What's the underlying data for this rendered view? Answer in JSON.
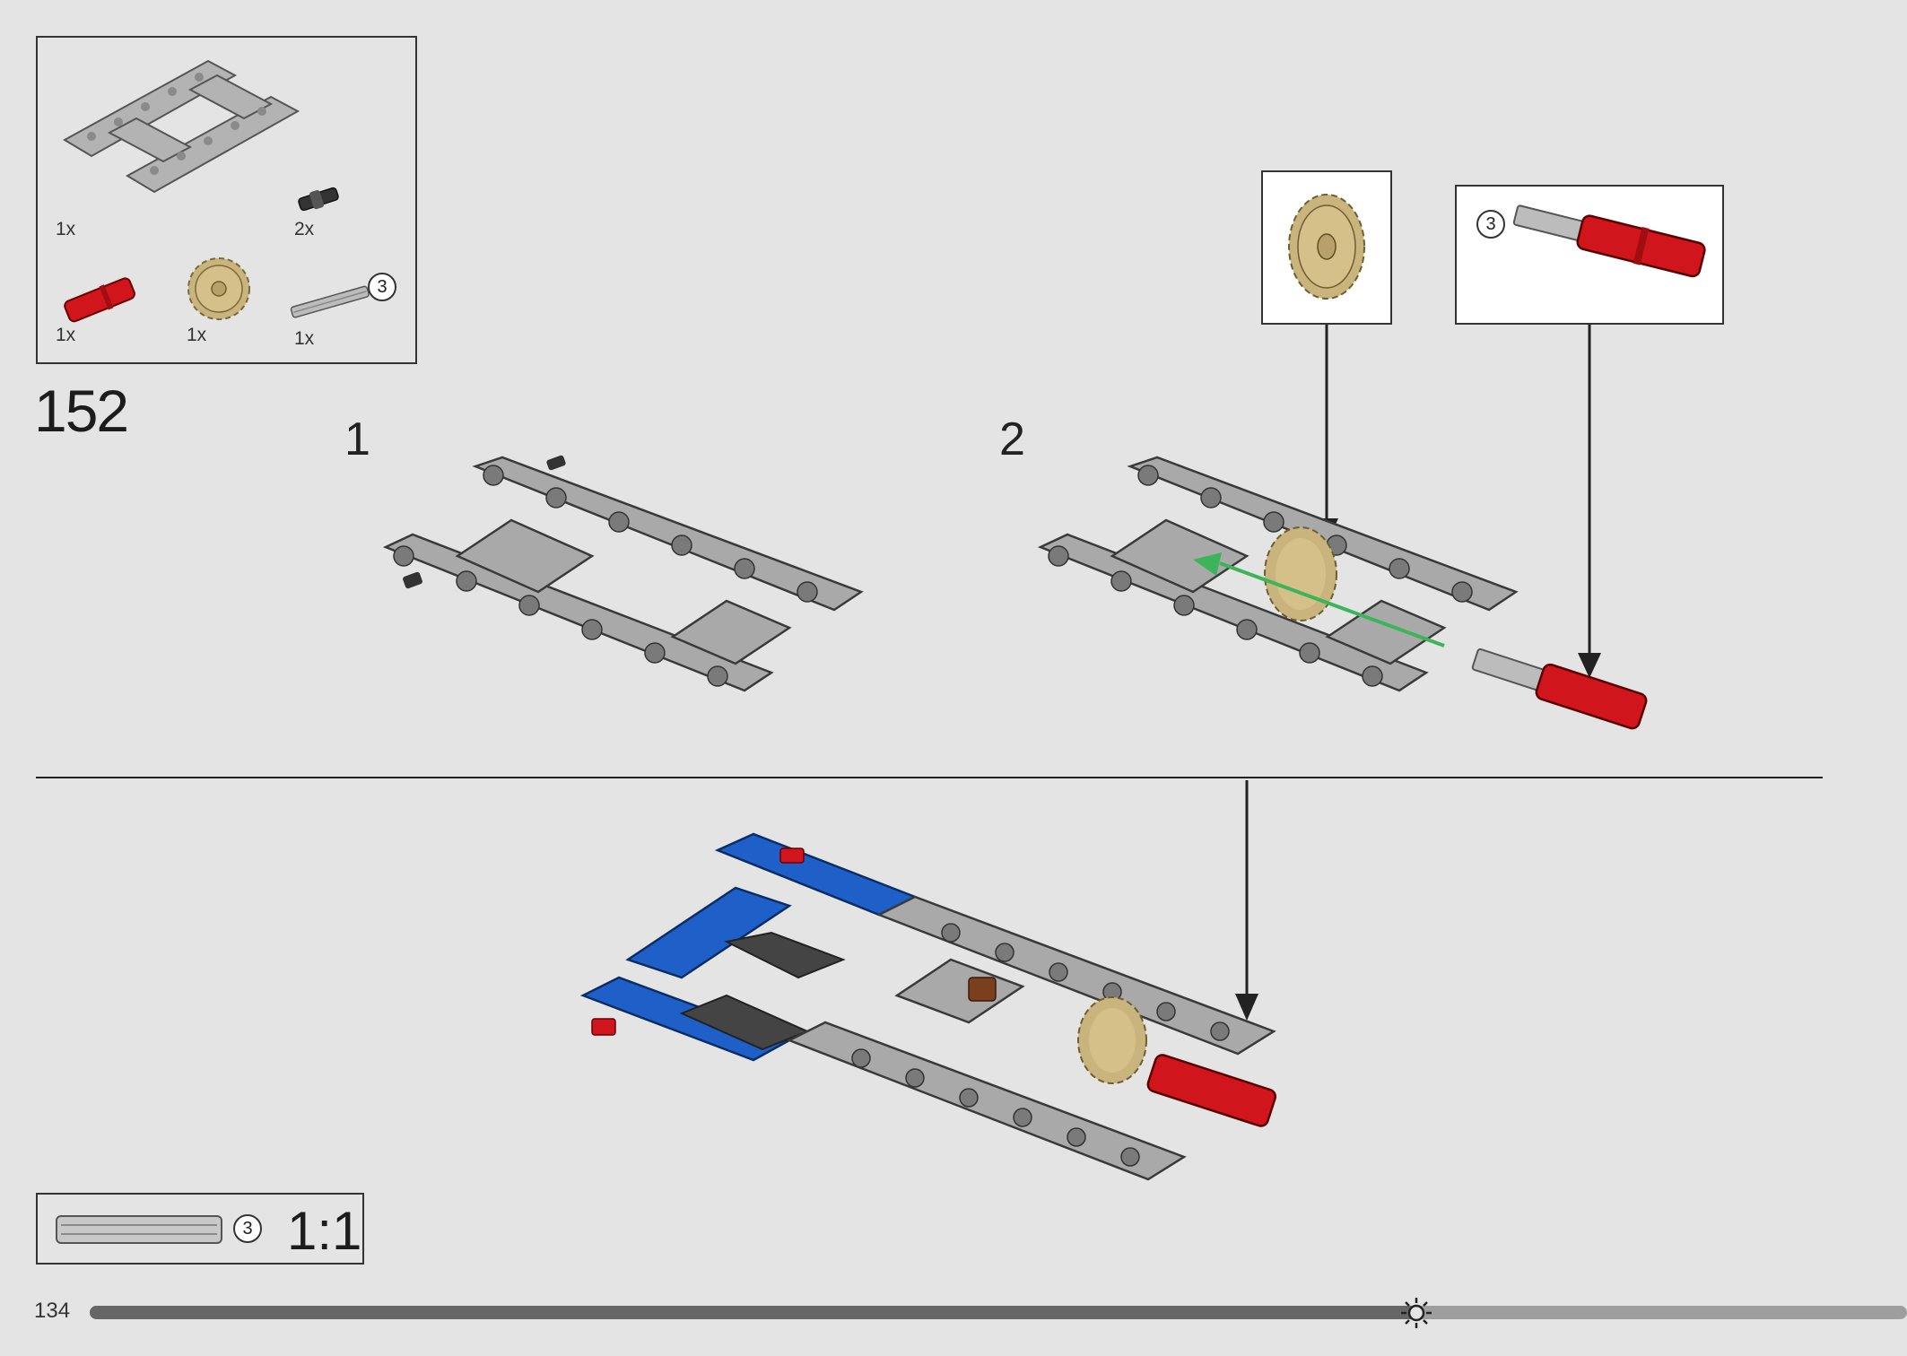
{
  "step": {
    "number": "152",
    "substep_1": "1",
    "substep_2": "2"
  },
  "parts_list": {
    "items": [
      {
        "name": "frame-part",
        "qty": "1x"
      },
      {
        "name": "connector-pin",
        "qty": "2x"
      },
      {
        "name": "red-axle-connector",
        "qty": "1x"
      },
      {
        "name": "tan-gear",
        "qty": "1x"
      },
      {
        "name": "grey-axle",
        "qty": "1x",
        "length": "3"
      }
    ]
  },
  "callouts": {
    "axle_length": "3"
  },
  "scale_ref": {
    "length": "3",
    "ratio": "1:1"
  },
  "page": {
    "number": "134",
    "progress": 0.73
  },
  "colors": {
    "background": "#e4e4e4",
    "red": "#d0161c",
    "blue": "#1f5fc8",
    "tan": "#d6c08a",
    "grey": "#a8a8a8",
    "arrow_green": "#3cb45a"
  }
}
